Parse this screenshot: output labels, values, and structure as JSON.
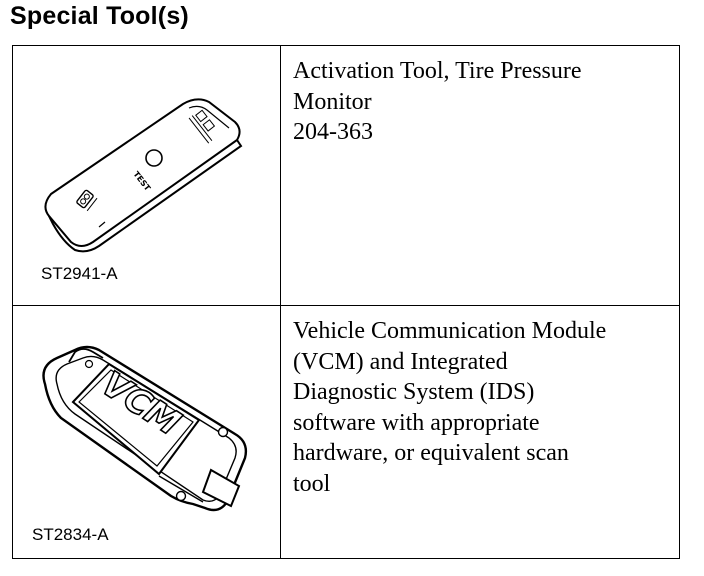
{
  "heading": "Special Tool(s)",
  "tools": [
    {
      "description_lines": [
        "Activation Tool, Tire Pressure",
        "Monitor",
        "204-363"
      ],
      "image_code": "ST2941-A",
      "device_labels": [
        "TEST"
      ]
    },
    {
      "description_lines": [
        "Vehicle Communication Module",
        "(VCM) and Integrated",
        "Diagnostic System (IDS)",
        "software with appropriate",
        "hardware, or equivalent scan",
        "tool"
      ],
      "image_code": "ST2834-A",
      "device_labels": [
        "VCM"
      ]
    }
  ]
}
